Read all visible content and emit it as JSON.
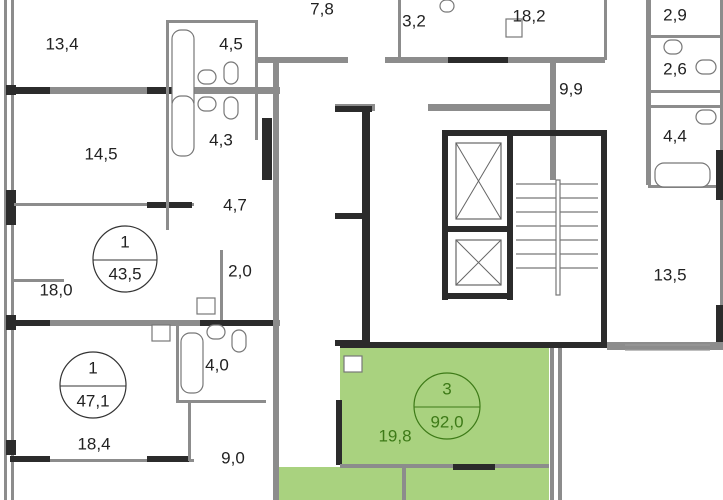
{
  "floor_plan": {
    "rooms": [
      {
        "id": "r1",
        "area": "7,8"
      },
      {
        "id": "r2",
        "area": "3,2"
      },
      {
        "id": "r3",
        "area": "18,2"
      },
      {
        "id": "r4",
        "area": "2,9"
      },
      {
        "id": "r5",
        "area": "13,4"
      },
      {
        "id": "r6",
        "area": "4,5"
      },
      {
        "id": "r7",
        "area": "2,6"
      },
      {
        "id": "r8",
        "area": "9,9"
      },
      {
        "id": "r9",
        "area": "4,3"
      },
      {
        "id": "r10",
        "area": "14,5"
      },
      {
        "id": "r11",
        "area": "4,4"
      },
      {
        "id": "r12",
        "area": "4,7"
      },
      {
        "id": "r13",
        "area": "2,0"
      },
      {
        "id": "r14",
        "area": "18,0"
      },
      {
        "id": "r15",
        "area": "13,5"
      },
      {
        "id": "r16",
        "area": "4,0"
      },
      {
        "id": "r17",
        "area": "18,4"
      },
      {
        "id": "r18",
        "area": "9,0"
      },
      {
        "id": "r19",
        "area": "19,8"
      }
    ],
    "apartments": [
      {
        "rooms": "1",
        "total_area": "43,5",
        "highlighted": false
      },
      {
        "rooms": "1",
        "total_area": "47,1",
        "highlighted": false
      },
      {
        "rooms": "3",
        "total_area": "92,0",
        "highlighted": true
      }
    ],
    "colors": {
      "highlight_fill": "#a9d27f",
      "highlight_text": "#3d7a17",
      "wall": "#8c8c8c",
      "bearing_wall": "#2b2b2b"
    }
  }
}
